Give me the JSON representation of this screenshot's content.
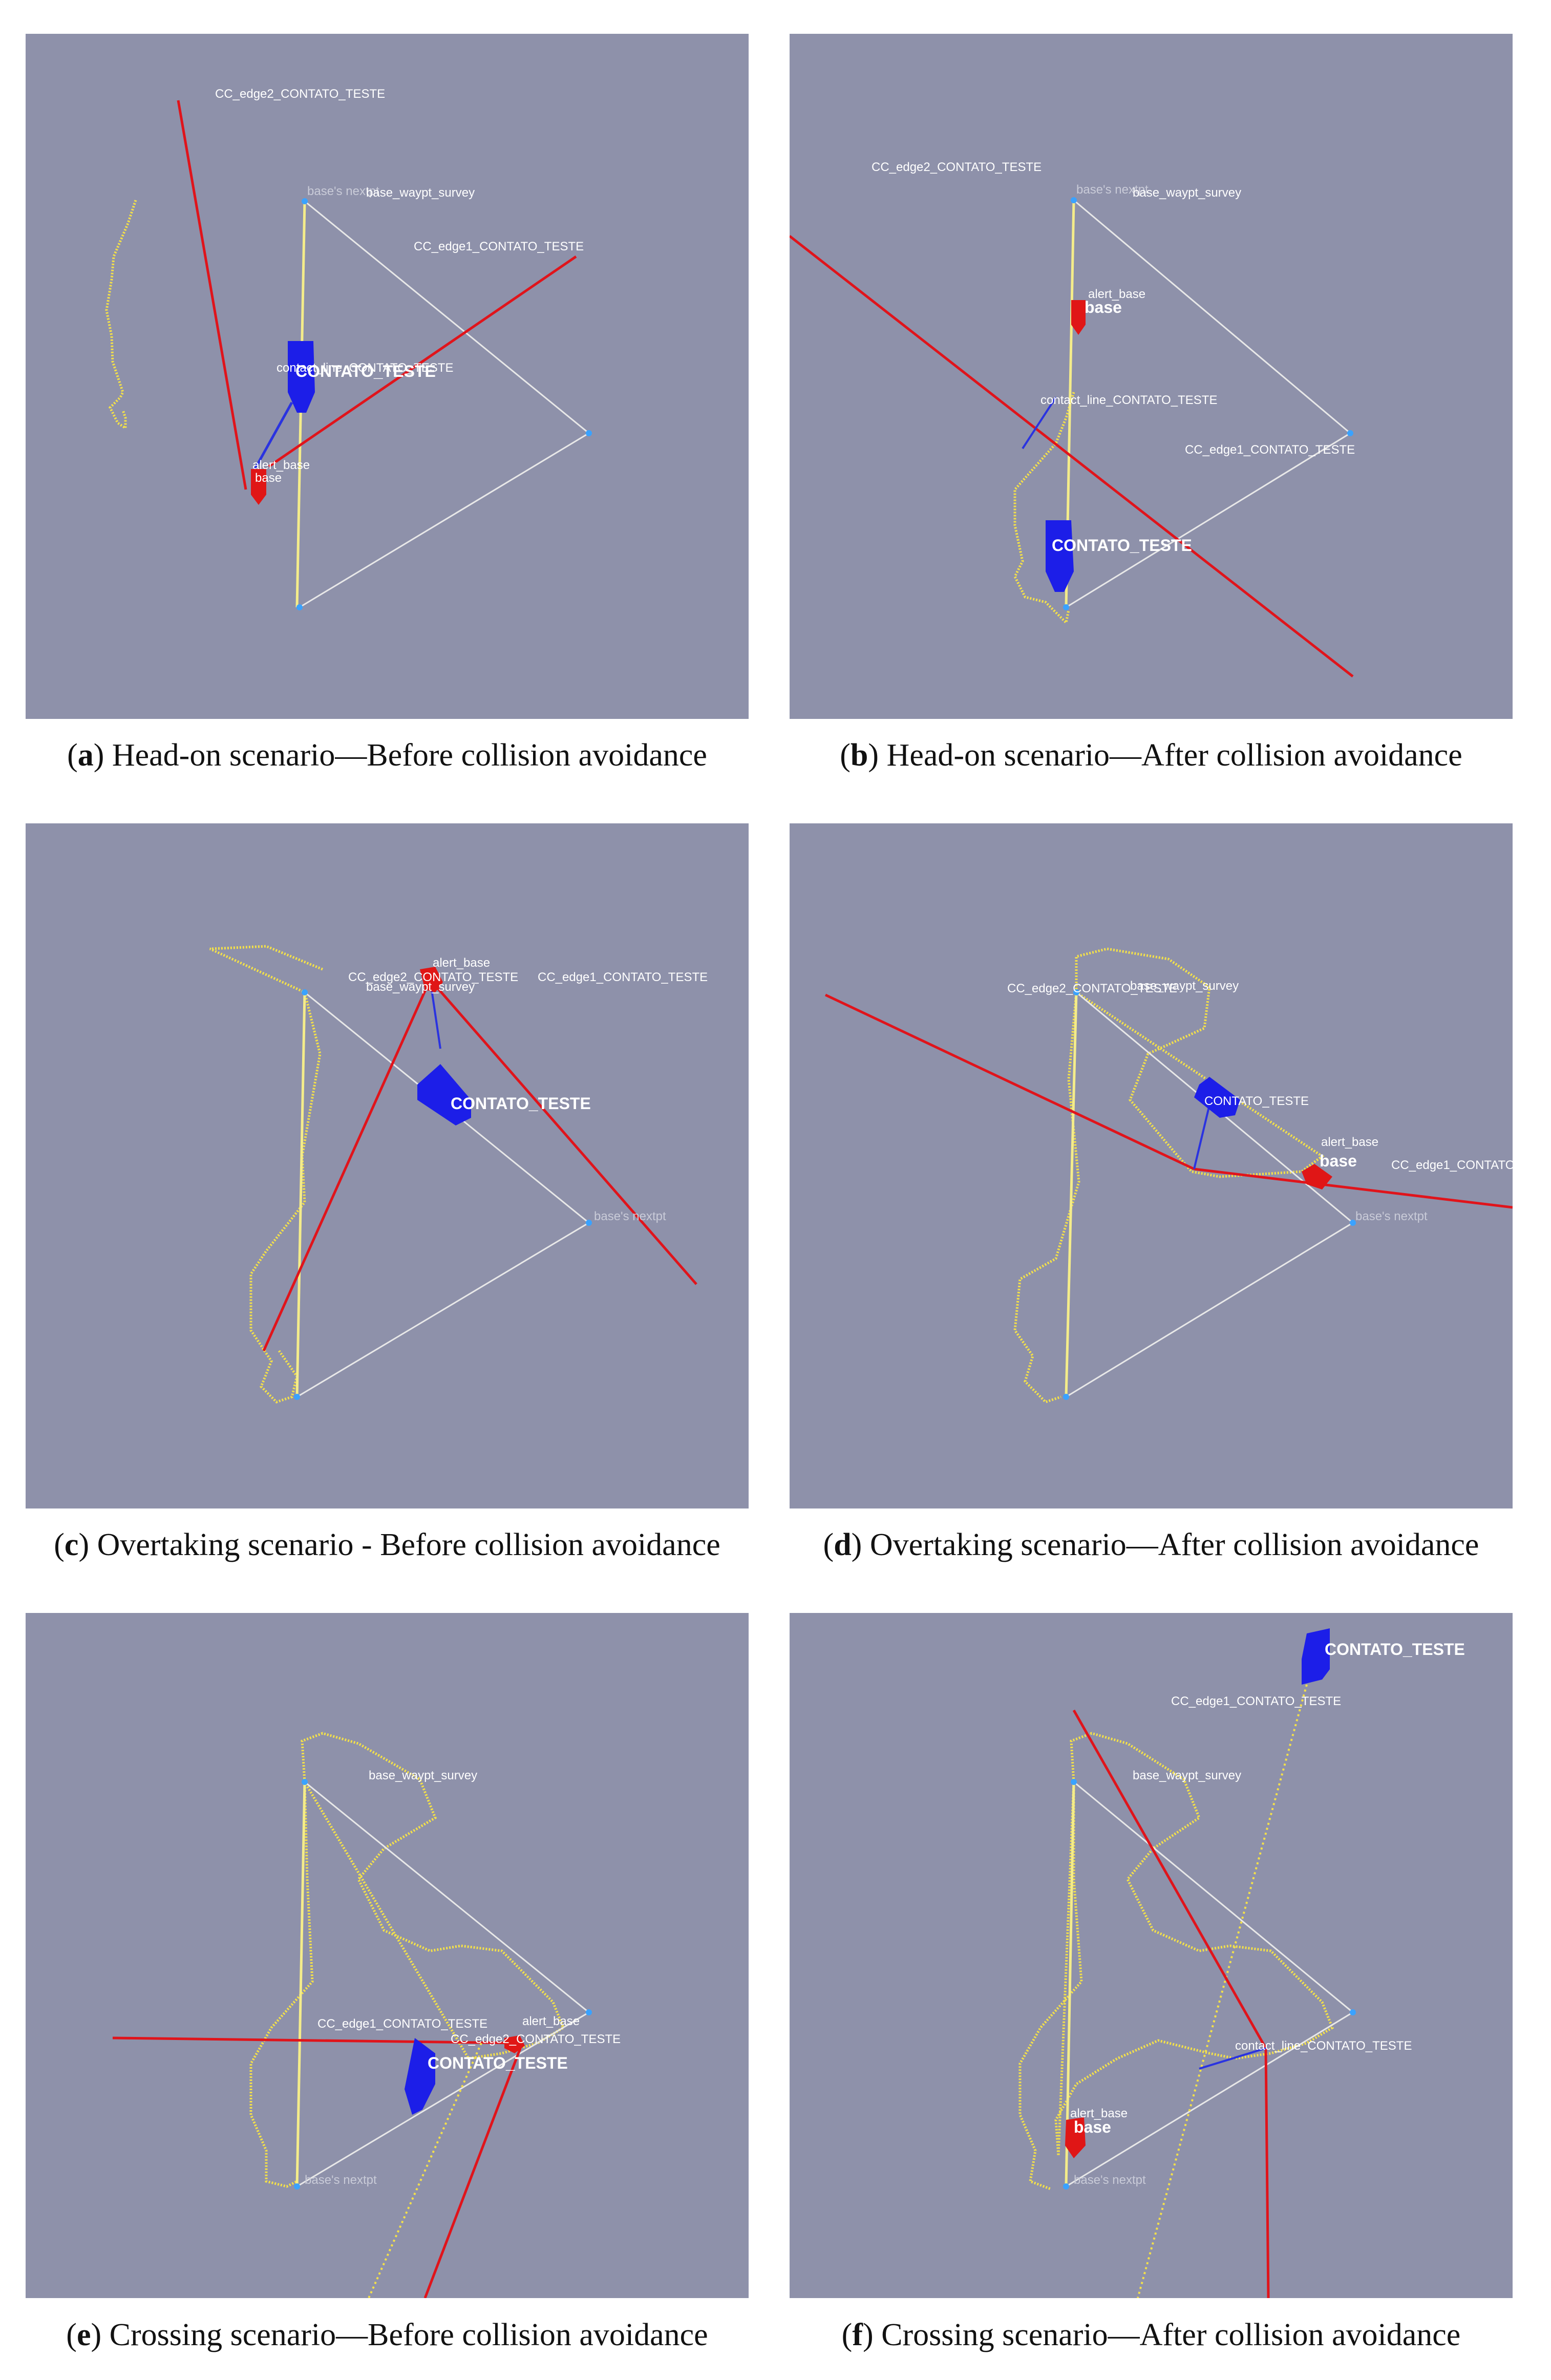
{
  "figure": {
    "panels": [
      {
        "id": "a",
        "caption_letter": "a",
        "caption_text": "Head-on scenario—Before collision avoidance",
        "labels": {
          "edge2": "CC_edge2_CONTATO_TESTE",
          "nextpt": "base's nextpt",
          "waypt": "base_waypt_survey",
          "edge1": "CC_edge1_CONTATO_TESTE",
          "contact_line": "contact_line_CONTATO_TESTE",
          "contact": "CONTATO_TESTE",
          "alert": "alert_base",
          "base": "base"
        }
      },
      {
        "id": "b",
        "caption_letter": "b",
        "caption_text": "Head-on scenario—After collision avoidance",
        "labels": {
          "edge2": "CC_edge2_CONTATO_TESTE",
          "nextpt": "base's nextpt",
          "waypt": "base_waypt_survey",
          "alert": "alert_base",
          "base": "base",
          "contact_line": "contact_line_CONTATO_TESTE",
          "edge1": "CC_edge1_CONTATO_TESTE",
          "contact": "CONTATO_TESTE"
        }
      },
      {
        "id": "c",
        "caption_letter": "c",
        "caption_text": "Overtaking scenario - Before collision avoidance",
        "labels": {
          "alert": "alert_base",
          "edge2": "CC_edge2_CONTATO_TESTE",
          "edge1": "CC_edge1_CONTATO_TESTE",
          "waypt": "base_waypt_survey",
          "contact": "CONTATO_TESTE",
          "nextpt": "base's nextpt"
        }
      },
      {
        "id": "d",
        "caption_letter": "d",
        "caption_text": "Overtaking scenario—After collision avoidance",
        "labels": {
          "edge2": "CC_edge2_CONTATO_TESTE",
          "waypt": "base_waypt_survey",
          "contact": "CONTATO_TESTE",
          "alert": "alert_base",
          "base": "base",
          "edge1": "CC_edge1_CONTATO",
          "nextpt": "base's nextpt"
        }
      },
      {
        "id": "e",
        "caption_letter": "e",
        "caption_text": "Crossing scenario—Before collision avoidance",
        "labels": {
          "waypt": "base_waypt_survey",
          "edge1": "CC_edge1_CONTATO_TESTE",
          "alert": "alert_base",
          "edge2": "CC_edge2_CONTATO_TESTE",
          "contact": "CONTATO_TESTE",
          "nextpt": "base's nextpt"
        }
      },
      {
        "id": "f",
        "caption_letter": "f",
        "caption_text": "Crossing scenario—After collision avoidance",
        "labels": {
          "contact": "CONTATO_TESTE",
          "edge1": "CC_edge1_CONTATO_TESTE",
          "waypt": "base_waypt_survey",
          "contact_line": "contact_line_CONTATO_TESTE",
          "alert": "alert_base",
          "base": "base",
          "nextpt": "base's nextpt"
        }
      }
    ]
  },
  "colors": {
    "background": "#8e91aa",
    "track": "#f3e04a",
    "waypoint_line": "#e8e8e8",
    "cc_line": "#e0141b",
    "contact_vessel": "#1c1ee8",
    "own_vessel": "#e01616",
    "contact_line": "#2a33e0",
    "waypoint_marker": "#3aa2ff"
  }
}
